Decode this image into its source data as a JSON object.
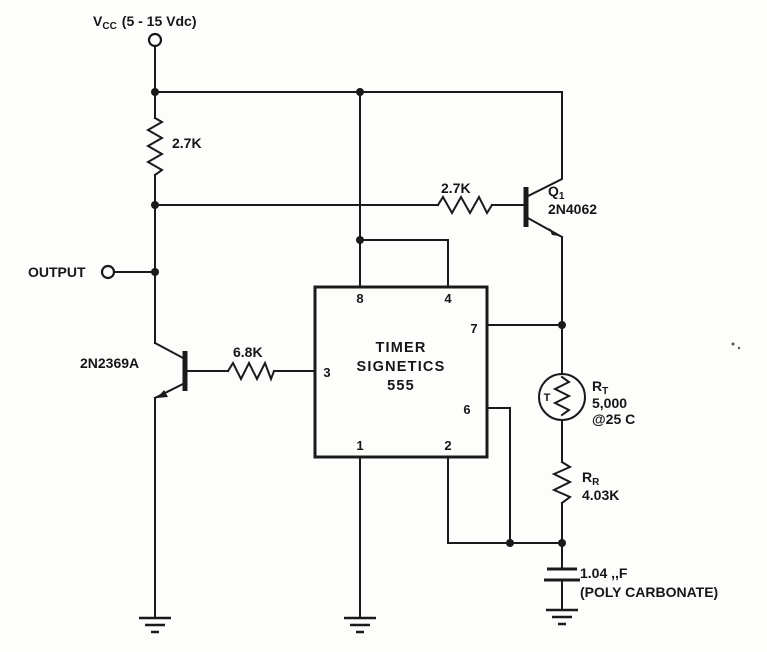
{
  "power": {
    "v": "V",
    "sub": "CC",
    "range": "(5 - 15 Vdc)"
  },
  "output": {
    "label": "OUTPUT"
  },
  "resistors": {
    "pullup": {
      "value": "2.7K"
    },
    "q1_base": {
      "value": "2.7K"
    },
    "q2_base": {
      "value": "6.8K"
    }
  },
  "transistors": {
    "q1": {
      "ref": "Q",
      "sub": "1",
      "part": "2N4062"
    },
    "q2": {
      "part": "2N2369A"
    }
  },
  "ic555": {
    "name_line1": "TIMER",
    "name_line2": "SIGNETICS",
    "name_line3": "555",
    "pins": {
      "p1": "1",
      "p2": "2",
      "p3": "3",
      "p4": "4",
      "p6": "6",
      "p7": "7",
      "p8": "8"
    }
  },
  "thermistor": {
    "ref": "R",
    "sub": "T",
    "value": "5,000",
    "condition": "@25 C",
    "letter": "T"
  },
  "rr": {
    "ref": "R",
    "sub": "R",
    "value": "4.03K"
  },
  "capacitor": {
    "value": "1.04 ,,F",
    "note": "(POLY CARBONATE)"
  }
}
